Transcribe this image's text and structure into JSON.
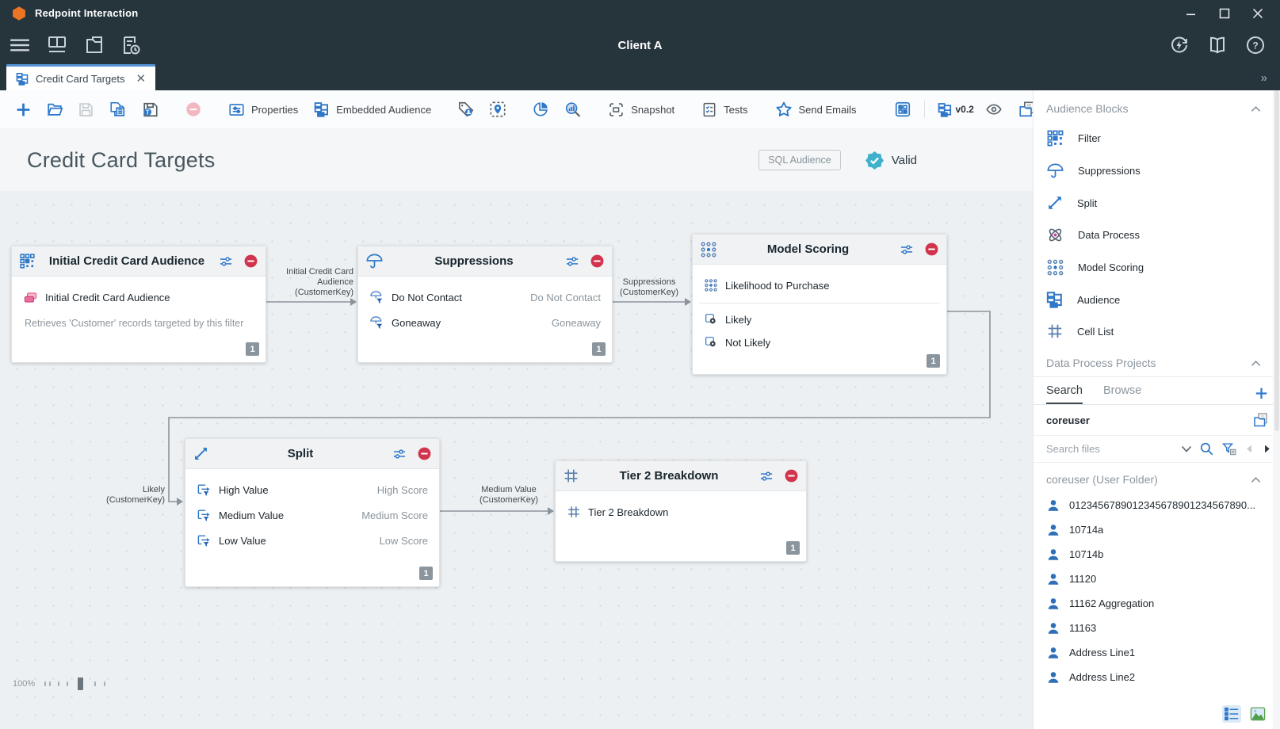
{
  "window": {
    "app_title": "Redpoint Interaction",
    "client_title": "Client A"
  },
  "tabs": {
    "active_tab": "Credit Card Targets"
  },
  "toolbar": {
    "properties": "Properties",
    "embedded_audience": "Embedded Audience",
    "snapshot": "Snapshot",
    "tests": "Tests",
    "send_emails": "Send Emails",
    "version": "v0.2"
  },
  "page": {
    "title": "Credit Card Targets",
    "type_badge": "SQL Audience",
    "status_badge": "Valid"
  },
  "canvas": {
    "zoom_level": "100%",
    "nodes": [
      {
        "title": "Initial Credit Card Audience",
        "rows": [
          {
            "label": "Initial Credit Card Audience"
          }
        ],
        "description": "Retrieves 'Customer' records targeted by this filter",
        "count": "1"
      },
      {
        "title": "Suppressions",
        "rows": [
          {
            "label": "Do Not Contact",
            "value": "Do Not Contact"
          },
          {
            "label": "Goneaway",
            "value": "Goneaway"
          }
        ],
        "count": "1"
      },
      {
        "title": "Model Scoring",
        "rows": [
          {
            "label": "Likelihood to Purchase"
          }
        ],
        "outputs": [
          {
            "label": "Likely"
          },
          {
            "label": "Not Likely"
          }
        ],
        "count": "1"
      },
      {
        "title": "Split",
        "rows": [
          {
            "label": "High Value",
            "value": "High Score"
          },
          {
            "label": "Medium Value",
            "value": "Medium Score"
          },
          {
            "label": "Low Value",
            "value": "Low Score"
          }
        ],
        "count": "1"
      },
      {
        "title": "Tier 2 Breakdown",
        "rows": [
          {
            "label": "Tier 2 Breakdown"
          }
        ],
        "count": "1"
      }
    ],
    "connections": [
      {
        "label": "Initial Credit Card Audience (CustomerKey)",
        "lines": [
          "Initial Credit Card",
          "Audience",
          "(CustomerKey)"
        ]
      },
      {
        "label": "Suppressions (CustomerKey)",
        "lines": [
          "Suppressions",
          "(CustomerKey)"
        ]
      },
      {
        "label": "Likely (CustomerKey)",
        "lines": [
          "Likely",
          "(CustomerKey)"
        ]
      },
      {
        "label": "Medium Value (CustomerKey)",
        "lines": [
          "Medium Value",
          "(CustomerKey)"
        ]
      }
    ]
  },
  "sidebar": {
    "audience_blocks": {
      "title": "Audience Blocks",
      "items": [
        {
          "label": "Filter"
        },
        {
          "label": "Suppressions"
        },
        {
          "label": "Split"
        },
        {
          "label": "Data Process"
        },
        {
          "label": "Model Scoring"
        },
        {
          "label": "Audience"
        },
        {
          "label": "Cell List"
        }
      ]
    },
    "data_process_projects": {
      "title": "Data Process Projects",
      "tabs": [
        {
          "label": "Search"
        },
        {
          "label": "Browse"
        }
      ],
      "active_tab": "Search",
      "project_name": "coreuser",
      "search_placeholder": "Search files",
      "folder_title": "coreuser (User Folder)",
      "files": [
        {
          "label": "0123456789012345678901234567890..."
        },
        {
          "label": "10714a"
        },
        {
          "label": "10714b"
        },
        {
          "label": "11120"
        },
        {
          "label": "11162 Aggregation"
        },
        {
          "label": "11163"
        },
        {
          "label": "Address Line1"
        },
        {
          "label": "Address Line2"
        }
      ]
    }
  }
}
